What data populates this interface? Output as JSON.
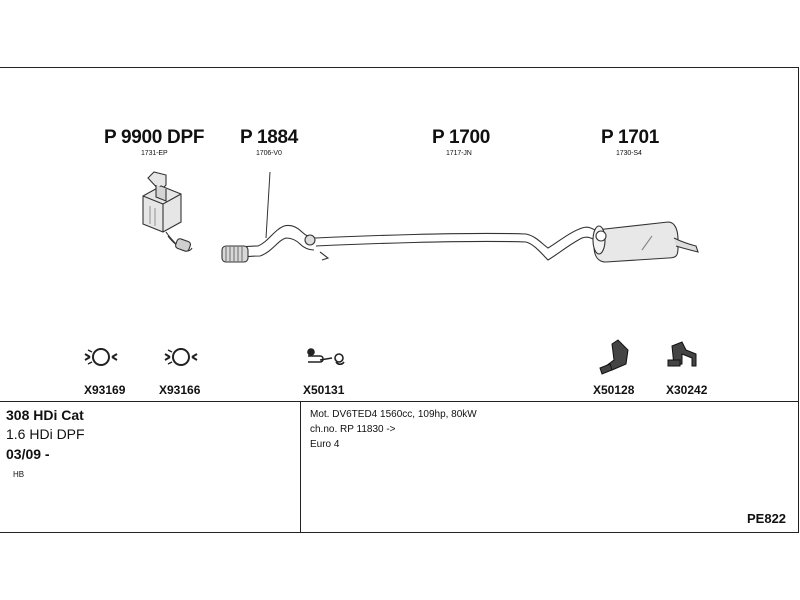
{
  "parts": [
    {
      "code": "P 9900 DPF",
      "ref": "1731-EP"
    },
    {
      "code": "P 1884",
      "ref": "1706-V0"
    },
    {
      "code": "P 1700",
      "ref": "1717-JN"
    },
    {
      "code": "P 1701",
      "ref": "1730-S4"
    }
  ],
  "fittings": [
    {
      "code": "X93169",
      "icon": "clamp-icon"
    },
    {
      "code": "X93166",
      "icon": "clamp-icon"
    },
    {
      "code": "X50131",
      "icon": "spring-bolt-icon"
    },
    {
      "code": "X50128",
      "icon": "rubber-hanger-icon"
    },
    {
      "code": "X30242",
      "icon": "mounting-bracket-icon"
    }
  ],
  "vehicle": {
    "model": "308 HDi Cat",
    "engine": "1.6 HDi DPF",
    "date": "03/09 -",
    "body": "HB"
  },
  "specs": {
    "motor": "Mot. DV6TED4 1560cc, 109hp, 80kW",
    "chassis": "ch.no. RP 11830 ->",
    "emission": "Euro 4"
  },
  "reference": "PE822"
}
